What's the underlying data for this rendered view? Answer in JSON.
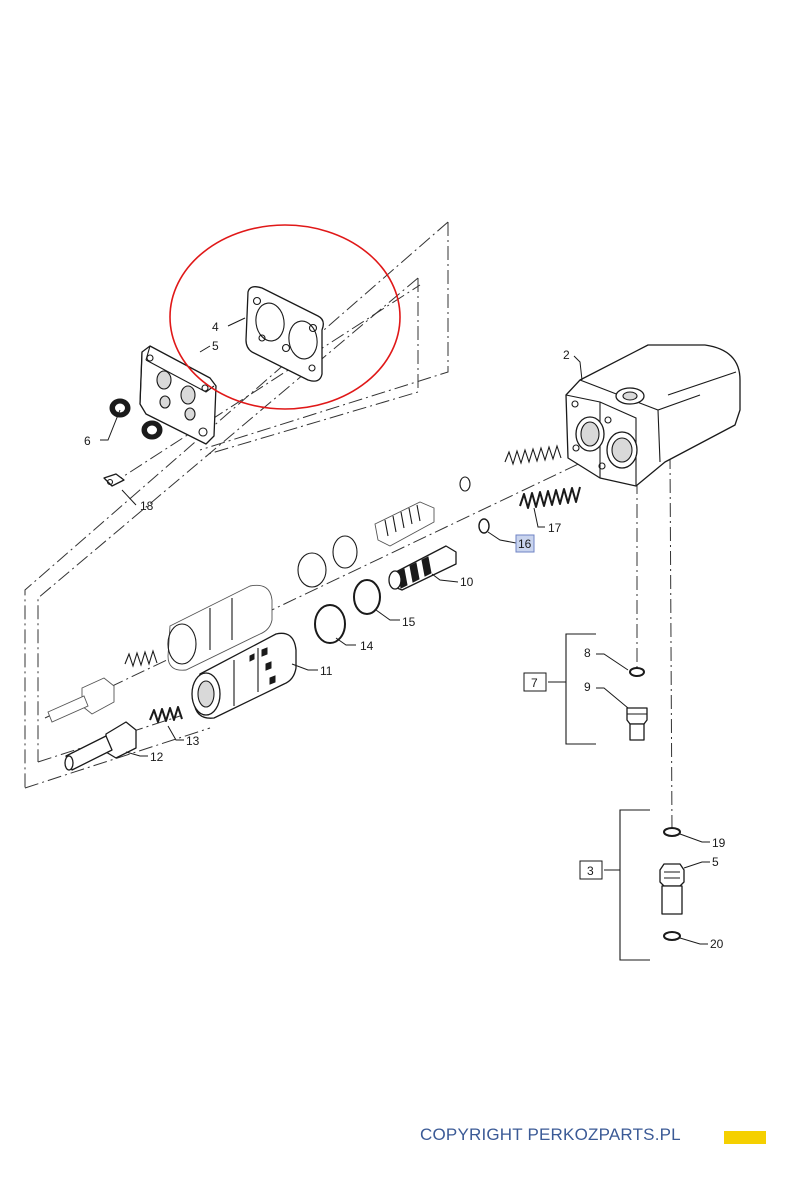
{
  "labels": {
    "l2": "2",
    "l3": "3",
    "l4": "4",
    "l5a": "5",
    "l5b": "5",
    "l6": "6",
    "l7": "7",
    "l8": "8",
    "l9": "9",
    "l10": "10",
    "l11": "11",
    "l12": "12",
    "l13": "13",
    "l14": "14",
    "l15": "15",
    "l16": "16",
    "l17": "17",
    "l18": "18",
    "l19": "19",
    "l20": "20"
  },
  "footer": {
    "copyright": "COPYRIGHT PERKOZPARTS.PL"
  },
  "colors": {
    "highlight_circle": "#e01818",
    "copyright_text": "#3b5a96",
    "copyright_bar": "#f5d000",
    "selected_label": "#c9d4ee"
  }
}
